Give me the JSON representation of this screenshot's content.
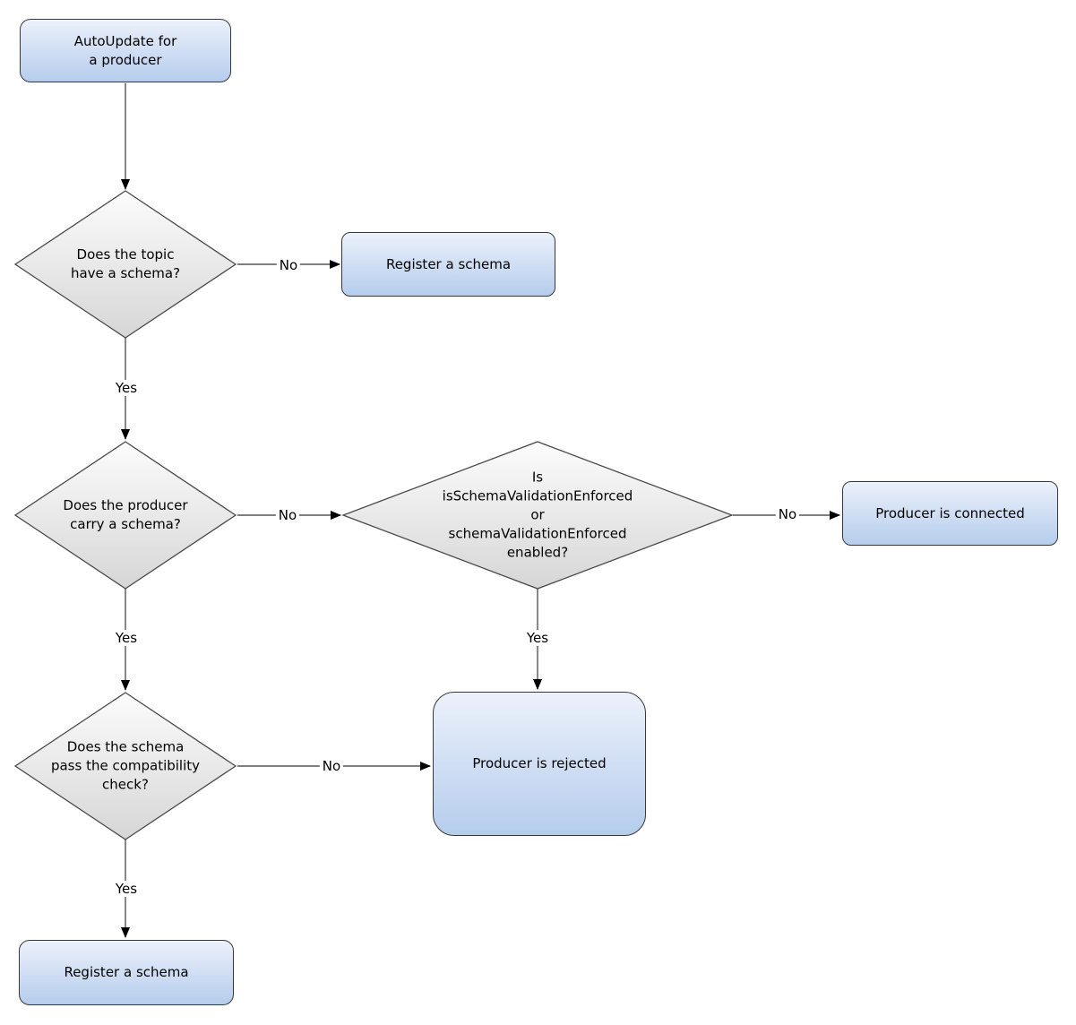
{
  "diagram": {
    "type": "flowchart",
    "title": "AutoUpdate for a producer",
    "nodes": {
      "start": {
        "shape": "rounded-rect",
        "label": "AutoUpdate for\na producer"
      },
      "topic_has_schema": {
        "shape": "diamond",
        "label": "Does the topic\nhave a schema?"
      },
      "register_schema_top": {
        "shape": "rounded-rect",
        "label": "Register a schema"
      },
      "producer_carries_schema": {
        "shape": "diamond",
        "label": "Does the producer\ncarry a schema?"
      },
      "validation_enforced": {
        "shape": "diamond",
        "label": "Is\nisSchemaValidationEnforced\nor\nschemaValidationEnforced\nenabled?"
      },
      "producer_connected": {
        "shape": "rounded-rect",
        "label": "Producer is connected"
      },
      "compatibility_check": {
        "shape": "diamond",
        "label": "Does the schema\npass the compatibility\ncheck?"
      },
      "producer_rejected": {
        "shape": "rounded-rect",
        "label": "Producer is rejected"
      },
      "register_schema_bottom": {
        "shape": "rounded-rect",
        "label": "Register a schema"
      }
    },
    "edges": [
      {
        "from": "start",
        "to": "topic_has_schema",
        "label": ""
      },
      {
        "from": "topic_has_schema",
        "to": "register_schema_top",
        "label": "No"
      },
      {
        "from": "topic_has_schema",
        "to": "producer_carries_schema",
        "label": "Yes"
      },
      {
        "from": "producer_carries_schema",
        "to": "validation_enforced",
        "label": "No"
      },
      {
        "from": "validation_enforced",
        "to": "producer_connected",
        "label": "No"
      },
      {
        "from": "producer_carries_schema",
        "to": "compatibility_check",
        "label": "Yes"
      },
      {
        "from": "validation_enforced",
        "to": "producer_rejected",
        "label": "Yes"
      },
      {
        "from": "compatibility_check",
        "to": "producer_rejected",
        "label": "No"
      },
      {
        "from": "compatibility_check",
        "to": "register_schema_bottom",
        "label": "Yes"
      }
    ],
    "colors": {
      "process_fill_top": "#ecf1fb",
      "process_fill_bottom": "#b5cdec",
      "decision_fill_top": "#fcfcfc",
      "decision_fill_bottom": "#d6d6d6",
      "node_border": "#383838",
      "connector": "#555555",
      "arrowhead": "#000000",
      "text": "#000000",
      "background": "#ffffff"
    }
  }
}
